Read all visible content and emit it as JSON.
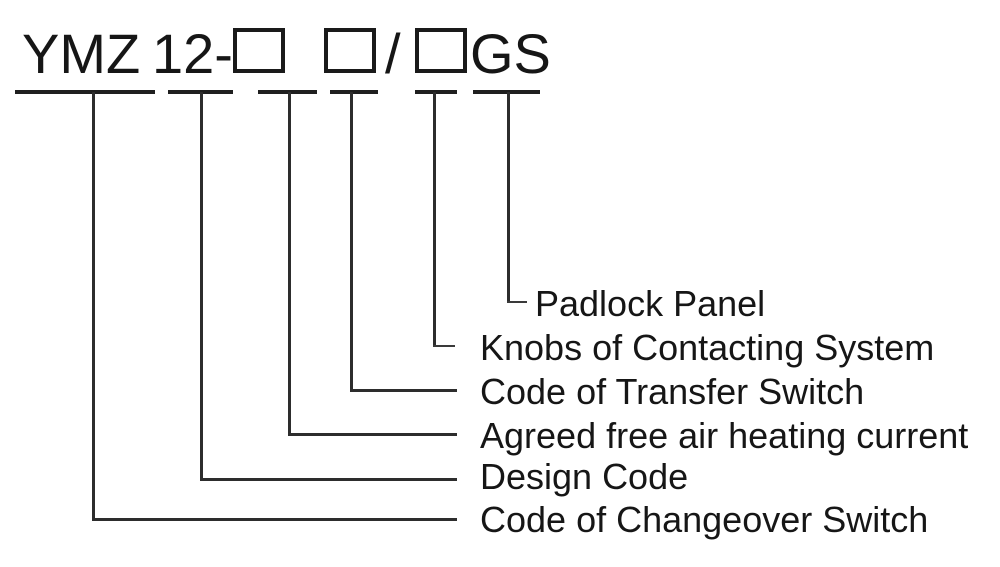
{
  "title": {
    "full": "YMZ 12-□ □/□GS",
    "parts": [
      "YMZ",
      "12-",
      "□",
      "□",
      "/",
      "□",
      "GS"
    ]
  },
  "legend": {
    "entries": [
      {
        "label": "Padlock Panel"
      },
      {
        "label": "Knobs of Contacting System"
      },
      {
        "label": "Code of Transfer Switch"
      },
      {
        "label": "Agreed free air heating current"
      },
      {
        "label": "Design Code"
      },
      {
        "label": "Code of Changeover Switch"
      }
    ]
  },
  "colors": {
    "text": "#161616",
    "line": "#2d2d2d",
    "underline": "#1f1f1f",
    "background": "#ffffff"
  }
}
